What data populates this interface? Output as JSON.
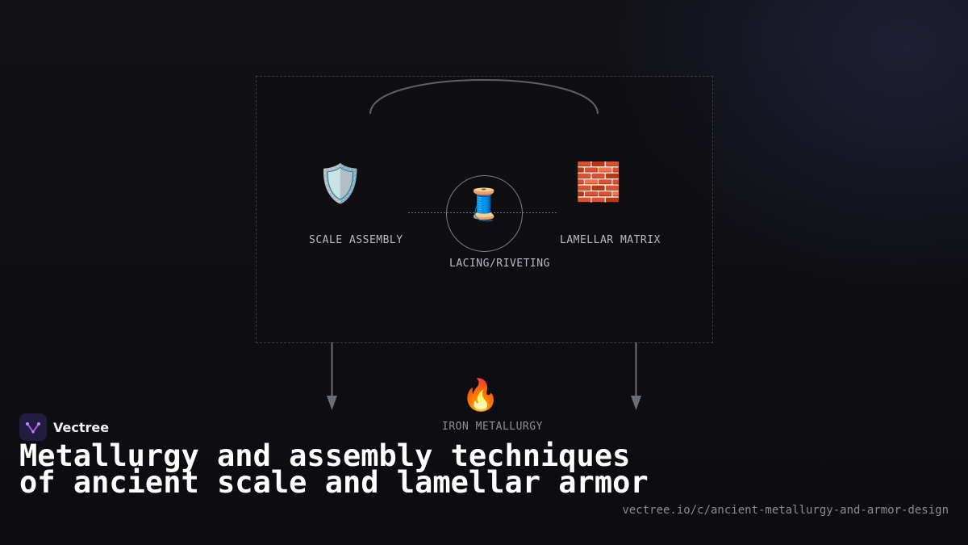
{
  "diagram": {
    "nodes": [
      {
        "id": "scale",
        "icon": "shield-icon",
        "glyph": "🛡️",
        "label": "SCALE ASSEMBLY"
      },
      {
        "id": "lacing",
        "icon": "thread-spool-icon",
        "glyph": "🧵",
        "label": "LACING/RIVETING"
      },
      {
        "id": "lamellar",
        "icon": "brick-wall-icon",
        "glyph": "🧱",
        "label": "LAMELLAR MATRIX"
      },
      {
        "id": "iron",
        "icon": "fire-icon",
        "glyph": "🔥",
        "label": "IRON METALLURGY"
      }
    ]
  },
  "brand": {
    "name": "Vectree",
    "icon": "vectree-logo-icon",
    "accent": "#9b5cf0"
  },
  "headline": "Metallurgy and assembly techniques of ancient scale and lamellar armor",
  "url": "vectree.io/c/ancient-metallurgy-and-armor-design",
  "colors": {
    "background": "#111116",
    "text": "#ffffff",
    "muted": "#8a8c94",
    "line": "#7b7d86"
  }
}
